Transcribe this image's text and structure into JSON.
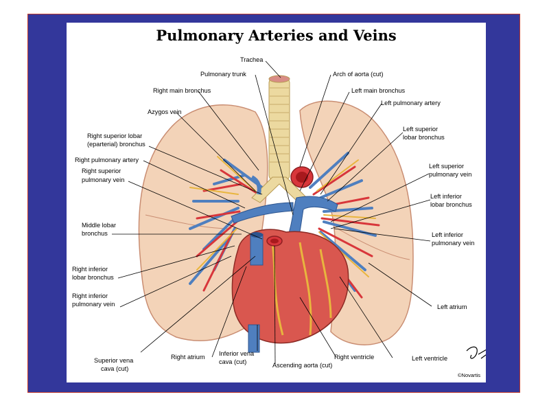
{
  "title": "Pulmonary Arteries and Veins",
  "labels": {
    "trachea": "Trachea",
    "pulmonary_trunk": "Pulmonary trunk",
    "arch_of_aorta": "Arch of aorta (cut)",
    "right_main_bronchus": "Right main bronchus",
    "left_main_bronchus": "Left main bronchus",
    "azygos_vein": "Azygos vein",
    "left_pulmonary_artery": "Left pulmonary artery",
    "right_superior_lobar_bronchus_1": "Right superior lobar",
    "right_superior_lobar_bronchus_2": "(eparterial) bronchus",
    "left_superior_lobar_bronchus_1": "Left superior",
    "left_superior_lobar_bronchus_2": "lobar bronchus",
    "right_pulmonary_artery": "Right pulmonary artery",
    "right_superior_pulmonary_vein_1": "Right superior",
    "right_superior_pulmonary_vein_2": "pulmonary vein",
    "left_superior_pulmonary_vein_1": "Left superior",
    "left_superior_pulmonary_vein_2": "pulmonary vein",
    "left_inferior_lobar_bronchus_1": "Left inferior",
    "left_inferior_lobar_bronchus_2": "lobar bronchus",
    "middle_lobar_bronchus_1": "Middle lobar",
    "middle_lobar_bronchus_2": "bronchus",
    "left_inferior_pulmonary_vein_1": "Left inferior",
    "left_inferior_pulmonary_vein_2": "pulmonary vein",
    "right_inferior_lobar_bronchus_1": "Right inferior",
    "right_inferior_lobar_bronchus_2": "lobar bronchus",
    "right_inferior_pulmonary_vein_1": "Right inferior",
    "right_inferior_pulmonary_vein_2": "pulmonary vein",
    "left_atrium": "Left atrium",
    "superior_vena_cava_1": "Superior vena",
    "superior_vena_cava_2": "cava (cut)",
    "right_atrium": "Right atrium",
    "inferior_vena_cava_1": "Inferior vena",
    "inferior_vena_cava_2": "cava (cut)",
    "right_ventricle": "Right ventricle",
    "left_ventricle": "Left ventricle",
    "ascending_aorta": "Ascending aorta (cut)",
    "copyright": "©Novartis"
  },
  "colors": {
    "frame": "#33379b",
    "lung": "#f3d3b8",
    "lung_edge": "#c98d72",
    "trachea": "#ecd9a0",
    "artery": "#4f7fbf",
    "vein": "#d8363b",
    "heart": "#d9574f",
    "fat": "#e8b53e"
  }
}
